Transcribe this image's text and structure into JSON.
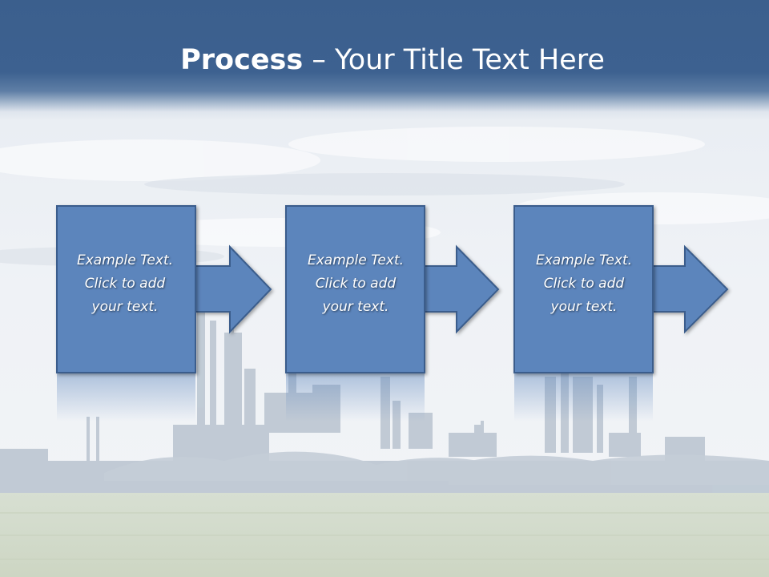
{
  "slide": {
    "title_bold": "Process",
    "title_rest": " – Your Title Text Here"
  },
  "steps": [
    {
      "line1": "Example Text.",
      "line2": "Click  to add",
      "line3": "your text."
    },
    {
      "line1": "Example Text.",
      "line2": "Click  to add",
      "line3": "your text."
    },
    {
      "line1": "Example Text.",
      "line2": "Click  to add",
      "line3": "your text."
    }
  ],
  "colors": {
    "title_bar": "#3d6190",
    "step_fill": "#5c85bc",
    "step_border": "#3a5d8c",
    "text": "#ffffff"
  },
  "icons": [
    "arrow-right-icon"
  ]
}
